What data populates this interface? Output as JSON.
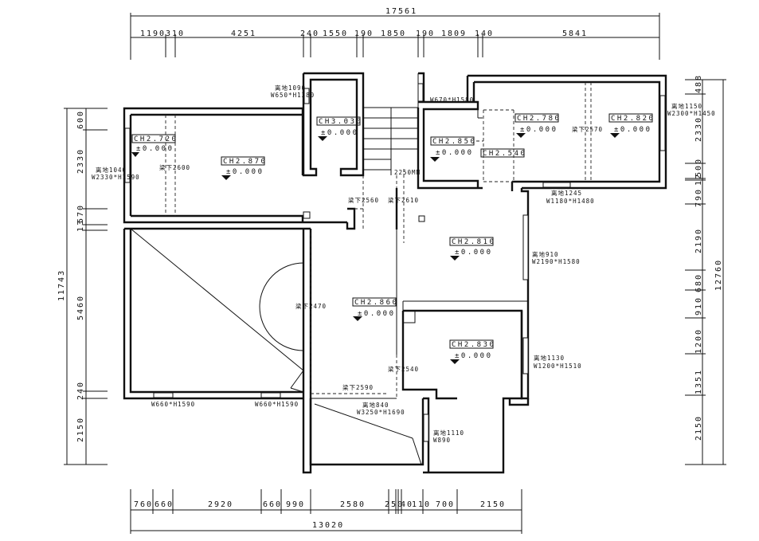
{
  "dimensions": {
    "top_overall": "17561",
    "top_segments": [
      "1190",
      "310",
      "4251",
      "240",
      "1550",
      "190",
      "1850",
      "190",
      "1809",
      "140",
      "5841"
    ],
    "bottom_overall": "13020",
    "bottom_segments": [
      "760",
      "660",
      "2920",
      "660",
      "990",
      "2580",
      "250",
      "40",
      "110",
      "700",
      "2150"
    ],
    "left_overall": "11743",
    "left_segments": [
      "600",
      "2330",
      "570",
      "13",
      "5460",
      "240",
      "2150"
    ],
    "right_overall": "12760",
    "right_segments": [
      "488",
      "2330",
      "500",
      "12",
      "790",
      "2190",
      "680",
      "910",
      "1200",
      "1351",
      "2150"
    ]
  },
  "ceilings": {
    "ch_2720": "CH2.720",
    "ch_2870": "CH2.870",
    "ch_3030": "CH3.030",
    "ch_2850": "CH2.850",
    "ch_2540": "CH2.540",
    "ch_2780": "CH2.780",
    "ch_2820": "CH2.820",
    "ch_2810": "CH2.810",
    "ch_2860": "CH2.860",
    "ch_2830": "CH2.830"
  },
  "level_mark": "±0.000",
  "beams": {
    "b2600": "梁下2600",
    "b2560": "梁下2560",
    "b2610": "梁下2610",
    "b2570": "梁下2570",
    "b2470": "梁下2470",
    "b2540": "梁下2540",
    "b2590": "梁下2590"
  },
  "stair_height": "2250MM",
  "windows": {
    "w1_sill": "离地1040",
    "w1_size": "W2330*H1590",
    "w2_sill": "离地1090",
    "w2_size": "W650*H1380",
    "w3_size": "W670*H1580",
    "w4_sill": "离地1150",
    "w4_size": "W2300*H1450",
    "w5_sill": "离地1245",
    "w5_size": "W1180*H1480",
    "w6_sill": "离地910",
    "w6_size": "W2190*H1580",
    "w7_sill": "离地1130",
    "w7_size": "W1200*H1510",
    "w8_size": "W660*H1590",
    "w9_size": "W660*H1590",
    "w10_sill": "离地840",
    "w10_size": "W3250*H1690",
    "w11_sill": "离地1110",
    "w11_size": "W890"
  }
}
